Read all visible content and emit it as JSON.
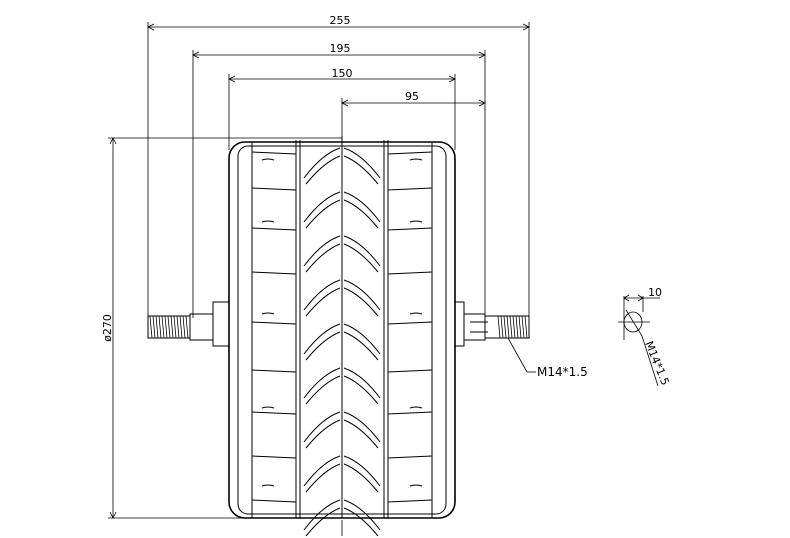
{
  "dimensions": {
    "overall_width": "255",
    "axle_span": "195",
    "tire_width": "150",
    "half_offset": "95",
    "diameter": "ø270"
  },
  "thread": {
    "main_label": "M14*1.5",
    "detail_label": "M14*1.5",
    "detail_width": "10"
  }
}
